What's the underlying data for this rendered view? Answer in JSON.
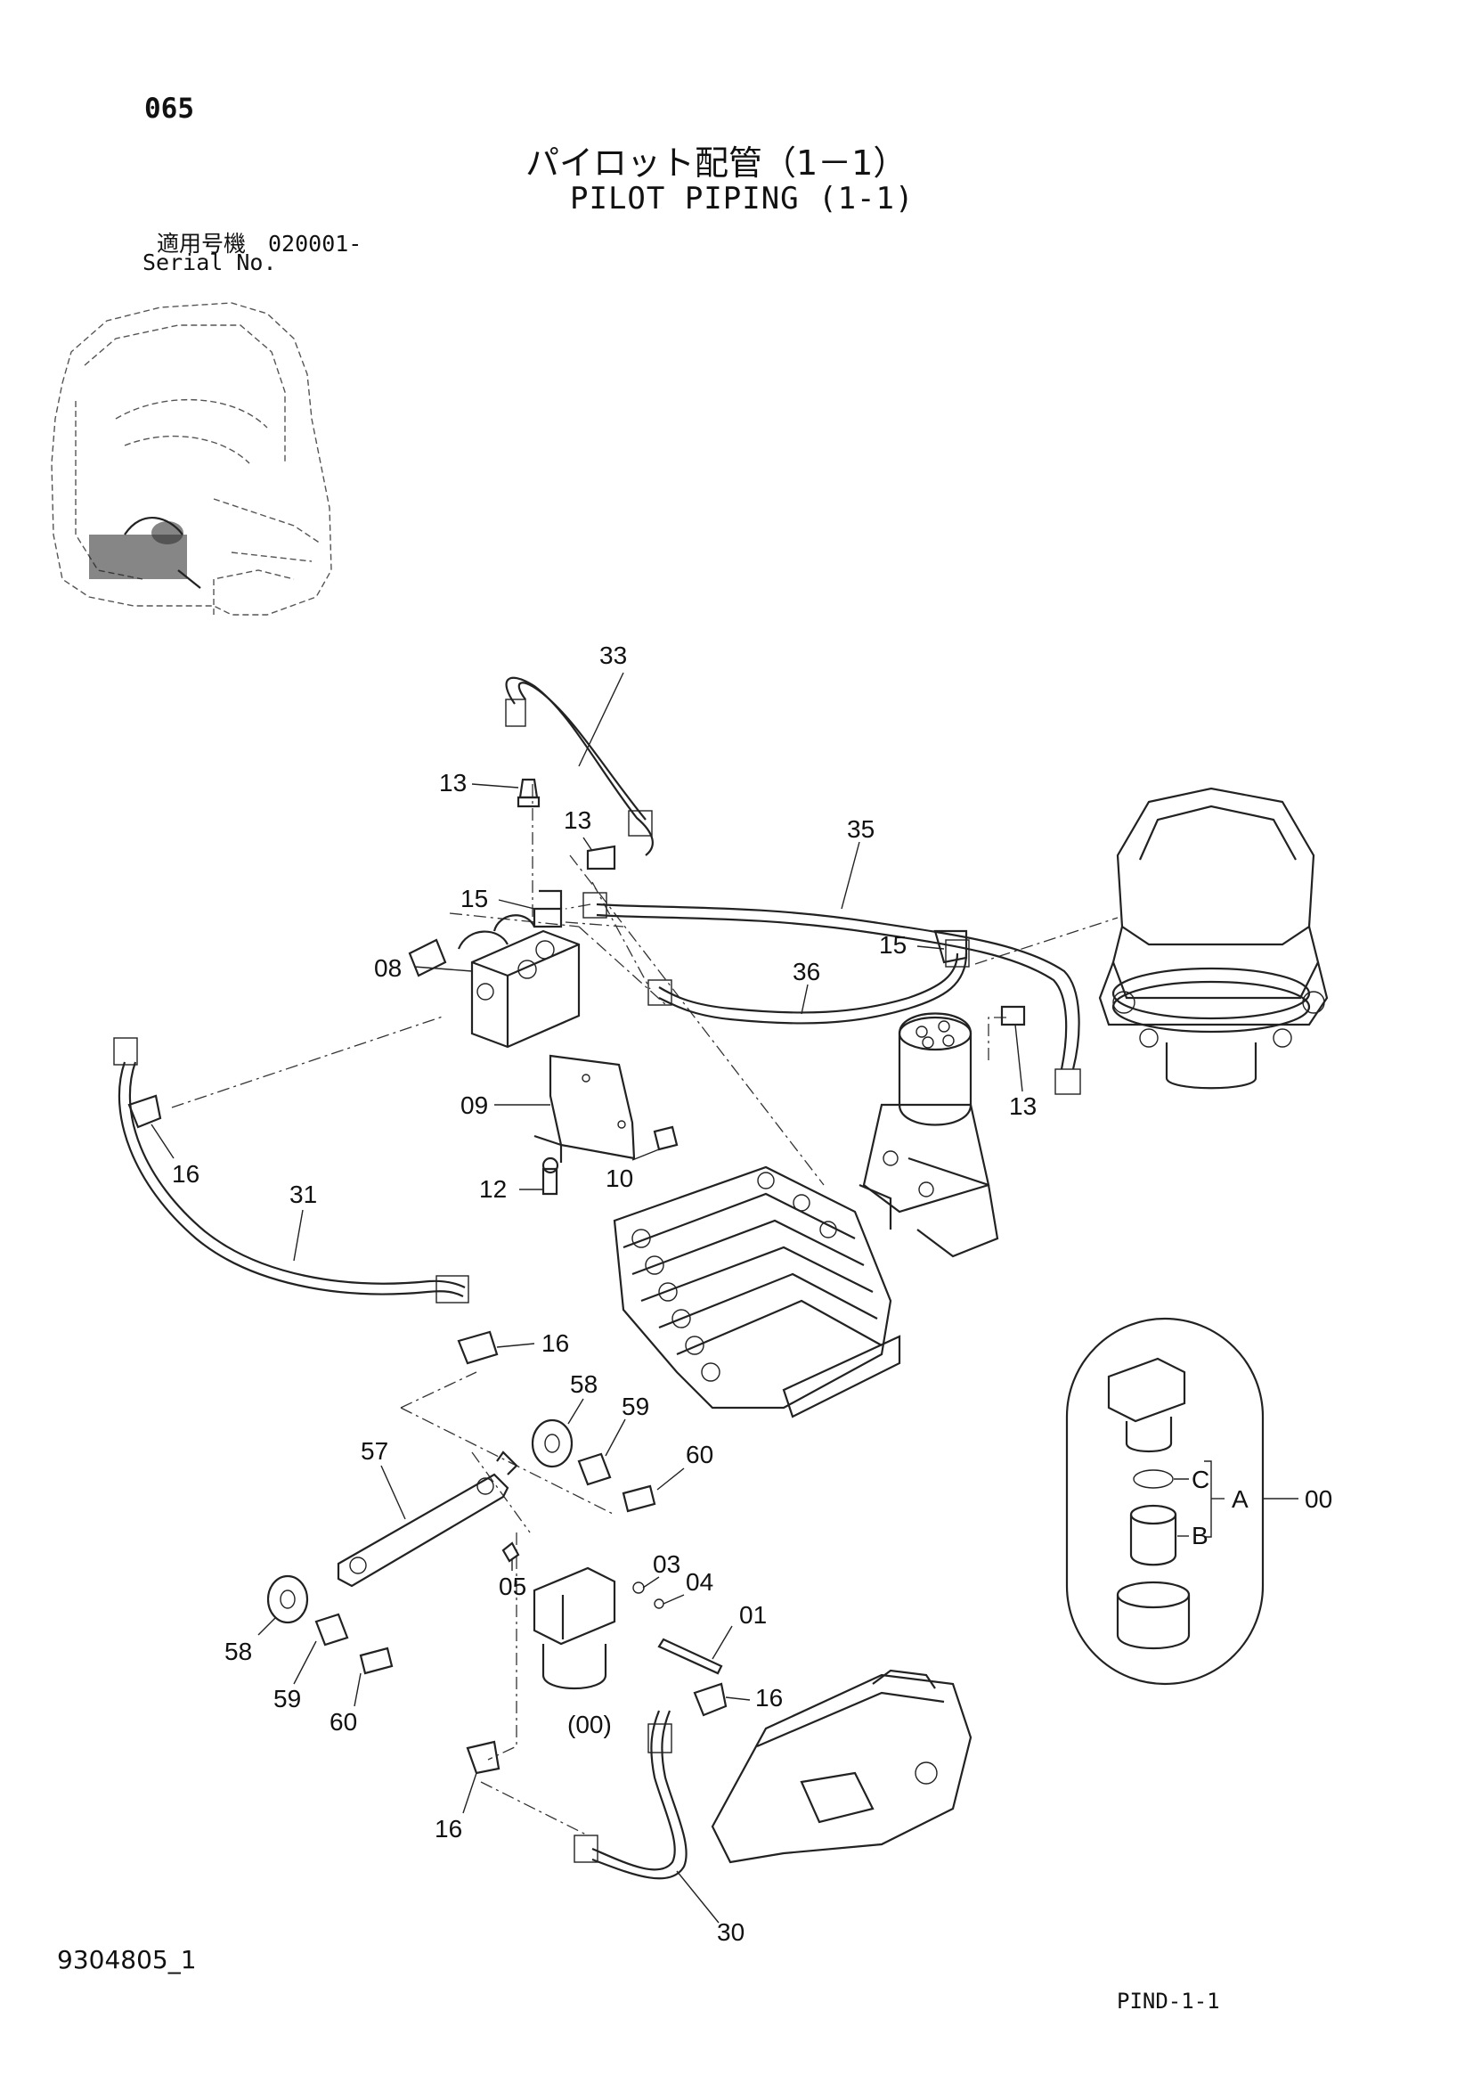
{
  "header": {
    "page_number": "065",
    "title_ja": "パイロット配管（1－1）",
    "title_en": "PILOT PIPING (1-1)",
    "serial_label_ja": "適用号機　020001-",
    "serial_label_en": "Serial No."
  },
  "footer": {
    "drawing_number": "9304805_1",
    "page_ref": "PIND-1-1"
  },
  "callouts": [
    "33",
    "13",
    "13",
    "35",
    "15",
    "08",
    "15",
    "36",
    "13",
    "09",
    "16",
    "31",
    "12",
    "10",
    "16",
    "58",
    "59",
    "60",
    "57",
    "00",
    "C",
    "A",
    "B",
    "03",
    "04",
    "05",
    "01",
    "16",
    "58",
    "59",
    "60",
    "(00)",
    "16",
    "30"
  ]
}
